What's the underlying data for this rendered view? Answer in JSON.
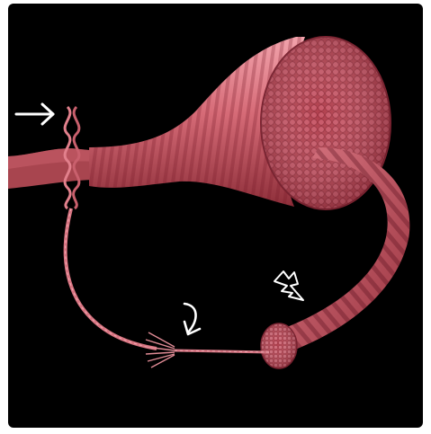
{
  "figure": {
    "background": "#000000",
    "colors": {
      "muscle_light": "#e58a95",
      "muscle_mid": "#d0636f",
      "muscle_dark": "#9e3843",
      "cross_section": "#b9414f",
      "arrow": "#ffffff"
    },
    "parts": [
      {
        "name": "tendon-root",
        "icon": "tapered-tube"
      },
      {
        "name": "muscle-belly",
        "icon": "striated-cylinder"
      },
      {
        "name": "muscle-cross-section",
        "icon": "fiber-bundle-disk"
      },
      {
        "name": "fascicle",
        "icon": "curved-striated-tube"
      },
      {
        "name": "fascicle-cross-section",
        "icon": "small-disk"
      },
      {
        "name": "myofibril-strand",
        "icon": "braided-strand"
      },
      {
        "name": "myofilament-fan",
        "icon": "splayed-threads"
      }
    ],
    "pointers": [
      {
        "name": "arrow-right",
        "icon": "straight-arrow"
      },
      {
        "name": "arrow-down-curved",
        "icon": "curved-arrow"
      },
      {
        "name": "arrow-outline-zigzag",
        "icon": "zigzag-outline-arrow"
      }
    ]
  }
}
